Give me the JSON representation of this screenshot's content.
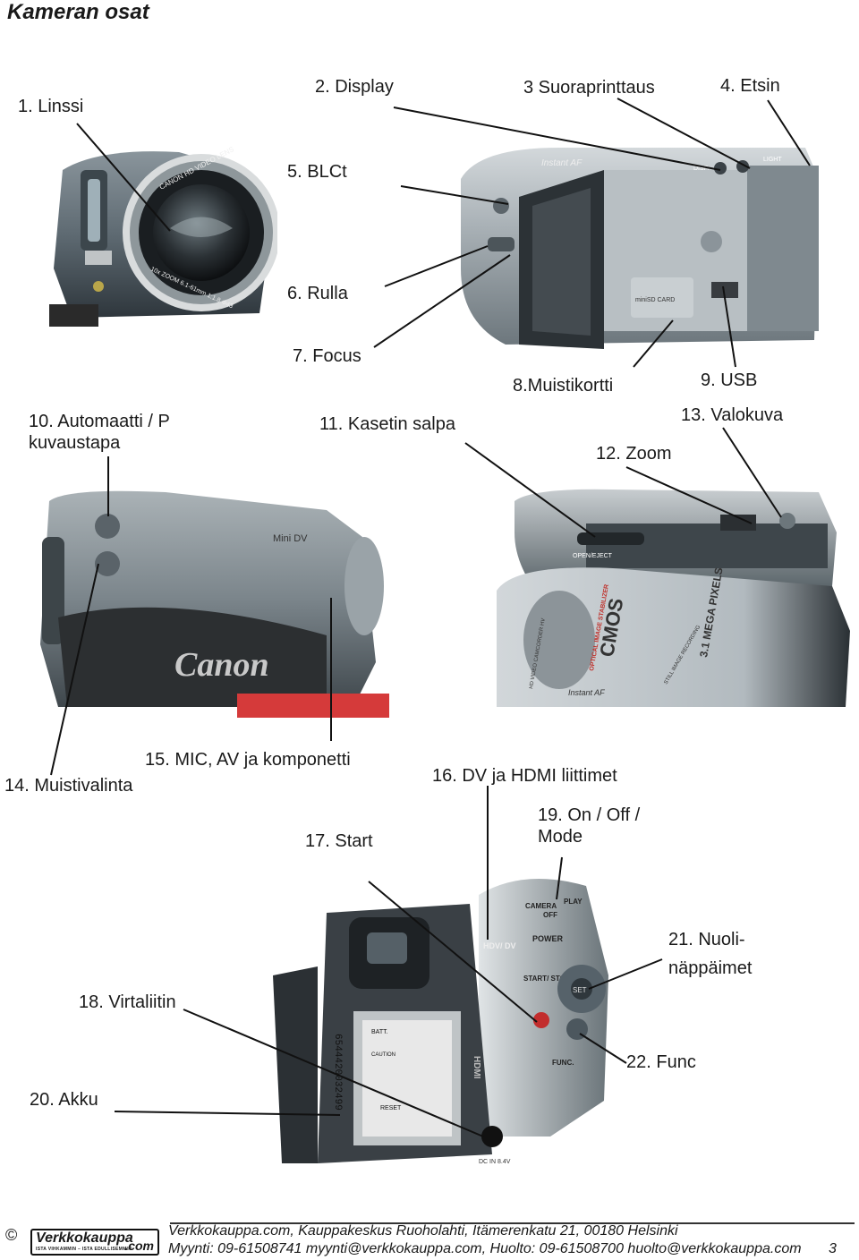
{
  "page_title": "Kameran osat",
  "labels": {
    "l1": "1. Linssi",
    "l2": "2. Display",
    "l3": "3 Suoraprinttaus",
    "l4": "4. Etsin",
    "l5": "5. BLCt",
    "l6": "6. Rulla",
    "l7": "7. Focus",
    "l8": "8.Muistikortti",
    "l9": "9. USB",
    "l10": "10. Automaatti / P\nkuvaustapa",
    "l11": "11. Kasetin salpa",
    "l12": "12. Zoom",
    "l13": "13. Valokuva",
    "l14": "14. Muistivalinta",
    "l15": "15. MIC, AV ja komponetti",
    "l16": "16. DV ja HDMI liittimet",
    "l17": "17. Start",
    "l18": "18. Virtaliitin",
    "l19": "19. On / Off /\nMode",
    "l20": "20. Akku",
    "l21": "21. Nuoli-\nnäppäimet",
    "l22": "22. Func"
  },
  "camera_text": {
    "lens": "CANON HD VIDEO LENS",
    "lens_zoom": "10x ZOOM 6.1-61mm 1:1.8 Φ43",
    "instant_af": "Instant AF",
    "disp": "DISP.",
    "light": "LIGHT",
    "minisd": "miniSD CARD",
    "mini_dv": "Mini DV",
    "brand": "Canon",
    "cmos": "CMOS",
    "optical": "OPTICAL IMAGE STABILIZER",
    "megapixels": "3.1 MEGA PIXELS",
    "hd_video": "HD VIDEO CAMCORDER HV",
    "still": "STILL IMAGE RECORDING",
    "open_eject": "OPEN/EJECT",
    "power": "POWER",
    "start_stop": "START/\nSTOP",
    "camera_mode": "CAMERA",
    "off": "OFF",
    "play": "PLAY",
    "func": "FUNC.",
    "set": "SET",
    "hdv_dv": "HDV/\nDV",
    "hdmi": "HDMI",
    "dc_in": "DC IN\n8.4V",
    "batt": "BATT.",
    "caution": "CAUTION",
    "reset": "RESET",
    "barcode": "6544420032499"
  },
  "footer": {
    "copyright": "©",
    "logo_main": "Verkkokauppa",
    "logo_com": ".com",
    "logo_tag": "ISTA VIHKAMMIN – ISTA EDULLISEMMIN",
    "line1": "Verkkokauppa.com, Kauppakeskus Ruoholahti, Itämerenkatu 21, 00180 Helsinki",
    "line2": "Myynti: 09-61508741 myynti@verkkokauppa.com, Huolto: 09-61508700 huolto@verkkokauppa.com",
    "page_number": "3"
  }
}
